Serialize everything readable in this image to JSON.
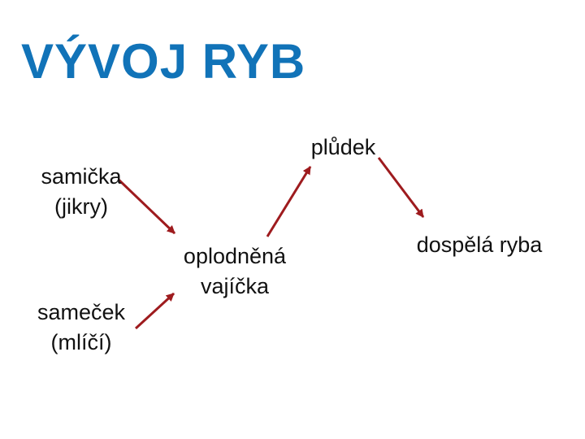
{
  "slide": {
    "title": "VÝVOJ RYB"
  },
  "colors": {
    "title_blue": "#1173B8",
    "arrow_dark_red": "#9E1B1E",
    "label_text": "#111111",
    "background": "#FFFFFF"
  },
  "diagram": {
    "nodes": [
      {
        "id": "samicka",
        "lines": [
          "samička",
          "(jikry)"
        ]
      },
      {
        "id": "samecek",
        "lines": [
          "sameček",
          "(mlíčí)"
        ]
      },
      {
        "id": "oplodnena-vajicka",
        "lines": [
          "oplodněná",
          "vajíčka"
        ]
      },
      {
        "id": "pludek",
        "lines": [
          "plůdek"
        ]
      },
      {
        "id": "dospela-ryba",
        "lines": [
          "dospělá ryba"
        ]
      }
    ],
    "connections": [
      {
        "from": "samička (jikry)",
        "to": "oplodněná vajíčka"
      },
      {
        "from": "sameček (mlíčí)",
        "to": "oplodněná vajíčka"
      },
      {
        "from": "oplodněná vajíčka",
        "to": "plůdek"
      },
      {
        "from": "plůdek",
        "to": "dospělá ryba"
      }
    ]
  }
}
